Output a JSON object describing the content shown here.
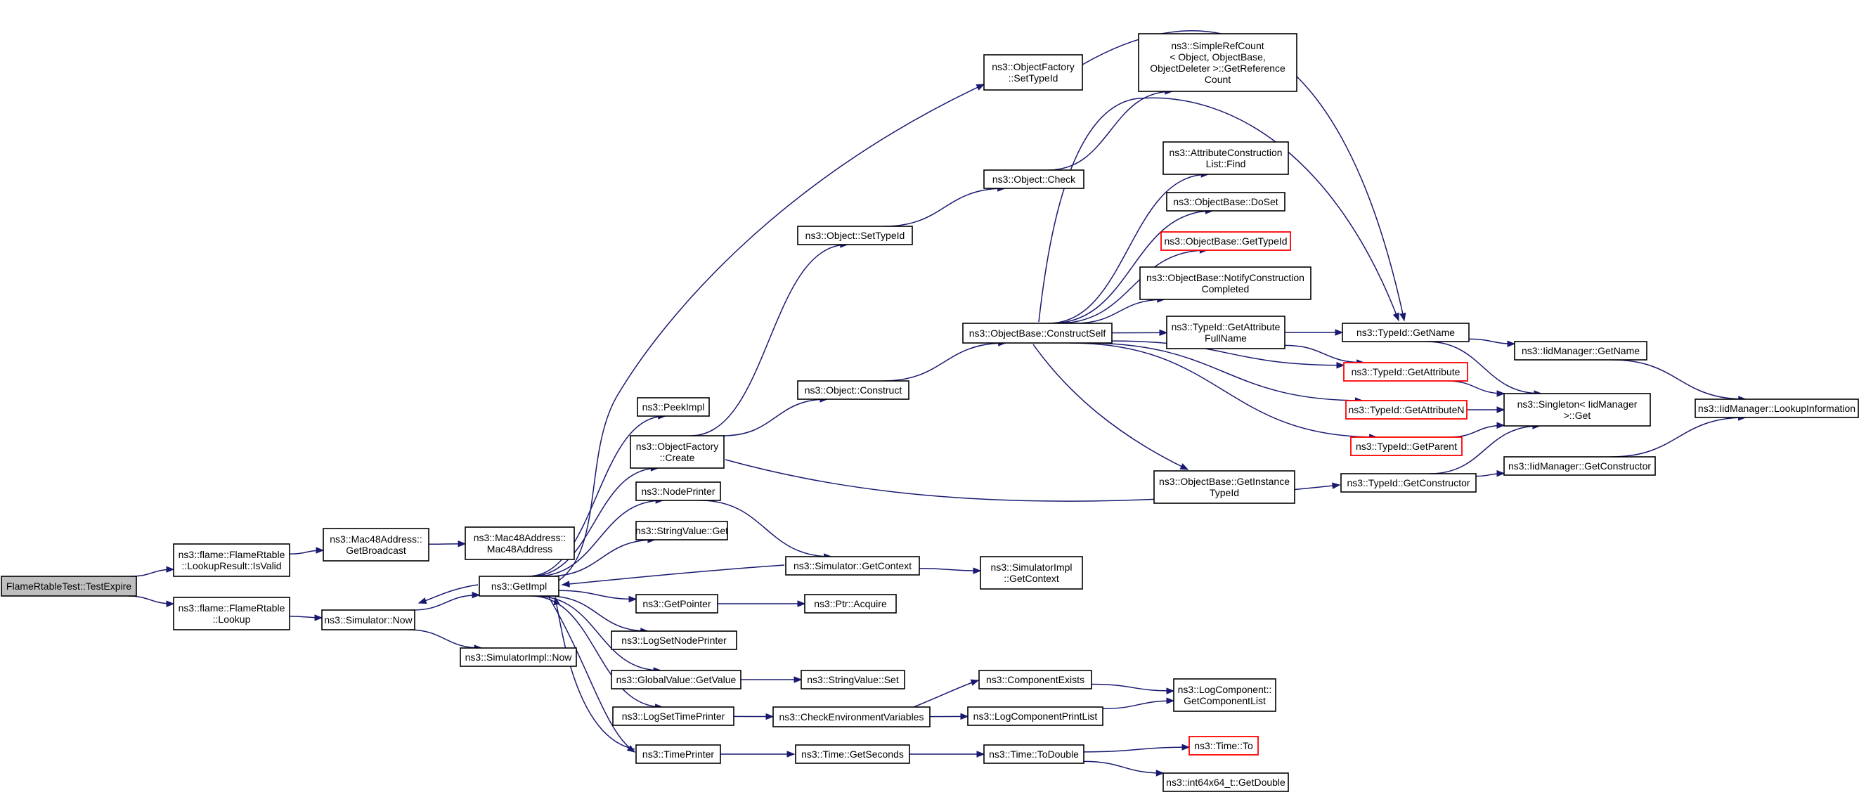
{
  "colors": {
    "edge": "#191970",
    "node_border": "#000000",
    "node_border_truncated": "#ff0000",
    "root_fill": "#bfbfbf",
    "node_fill": "#ffffff"
  },
  "nodes": [
    {
      "id": "root",
      "lines": [
        "FlameRtableTest::TestExpire"
      ],
      "style": "root"
    },
    {
      "id": "isvalid",
      "lines": [
        "ns3::flame::FlameRtable",
        "::LookupResult::IsValid"
      ],
      "style": "normal"
    },
    {
      "id": "lookup",
      "lines": [
        "ns3::flame::FlameRtable",
        "::Lookup"
      ],
      "style": "normal"
    },
    {
      "id": "getbroadcast",
      "lines": [
        "ns3::Mac48Address::",
        "GetBroadcast"
      ],
      "style": "normal"
    },
    {
      "id": "mac48ctor",
      "lines": [
        "ns3::Mac48Address::",
        "Mac48Address"
      ],
      "style": "normal"
    },
    {
      "id": "simnow",
      "lines": [
        "ns3::Simulator::Now"
      ],
      "style": "normal"
    },
    {
      "id": "simimplnow",
      "lines": [
        "ns3::SimulatorImpl::Now"
      ],
      "style": "normal"
    },
    {
      "id": "getimpl",
      "lines": [
        "ns3::GetImpl"
      ],
      "style": "normal"
    },
    {
      "id": "peekimpl",
      "lines": [
        "ns3::PeekImpl"
      ],
      "style": "normal"
    },
    {
      "id": "ofcreate",
      "lines": [
        "ns3::ObjectFactory",
        "::Create"
      ],
      "style": "normal"
    },
    {
      "id": "nodeprinter",
      "lines": [
        "ns3::NodePrinter"
      ],
      "style": "normal"
    },
    {
      "id": "stringget",
      "lines": [
        "ns3::StringValue::Get"
      ],
      "style": "normal"
    },
    {
      "id": "getpointer",
      "lines": [
        "ns3::GetPointer"
      ],
      "style": "normal"
    },
    {
      "id": "logsetnodeprinter",
      "lines": [
        "ns3::LogSetNodePrinter"
      ],
      "style": "normal"
    },
    {
      "id": "globalget",
      "lines": [
        "ns3::GlobalValue::GetValue"
      ],
      "style": "normal"
    },
    {
      "id": "logsettimeprinter",
      "lines": [
        "ns3::LogSetTimePrinter"
      ],
      "style": "normal"
    },
    {
      "id": "timeprinter",
      "lines": [
        "ns3::TimePrinter"
      ],
      "style": "normal"
    },
    {
      "id": "ofsettypeid",
      "lines": [
        "ns3::ObjectFactory",
        "::SetTypeId"
      ],
      "style": "normal"
    },
    {
      "id": "objsettypeid",
      "lines": [
        "ns3::Object::SetTypeId"
      ],
      "style": "normal"
    },
    {
      "id": "objconstruct",
      "lines": [
        "ns3::Object::Construct"
      ],
      "style": "normal"
    },
    {
      "id": "simgetcontext",
      "lines": [
        "ns3::Simulator::GetContext"
      ],
      "style": "normal"
    },
    {
      "id": "ptracquire",
      "lines": [
        "ns3::Ptr::Acquire"
      ],
      "style": "normal"
    },
    {
      "id": "stringset",
      "lines": [
        "ns3::StringValue::Set"
      ],
      "style": "normal"
    },
    {
      "id": "checkenv",
      "lines": [
        "ns3::CheckEnvironmentVariables"
      ],
      "style": "normal"
    },
    {
      "id": "timegetseconds",
      "lines": [
        "ns3::Time::GetSeconds"
      ],
      "style": "normal"
    },
    {
      "id": "objcheck",
      "lines": [
        "ns3::Object::Check"
      ],
      "style": "normal"
    },
    {
      "id": "simpleref",
      "lines": [
        "ns3::SimpleRefCount",
        "< Object, ObjectBase,",
        "ObjectDeleter >::GetReference",
        "Count"
      ],
      "style": "normal"
    },
    {
      "id": "constructself",
      "lines": [
        "ns3::ObjectBase::ConstructSelf"
      ],
      "style": "normal"
    },
    {
      "id": "simimplgetcontext",
      "lines": [
        "ns3::SimulatorImpl",
        "::GetContext"
      ],
      "style": "normal"
    },
    {
      "id": "componentexists",
      "lines": [
        "ns3::ComponentExists"
      ],
      "style": "normal"
    },
    {
      "id": "logcompprintlist",
      "lines": [
        "ns3::LogComponentPrintList"
      ],
      "style": "normal"
    },
    {
      "id": "timetodouble",
      "lines": [
        "ns3::Time::ToDouble"
      ],
      "style": "normal"
    },
    {
      "id": "attrfind",
      "lines": [
        "ns3::AttributeConstruction",
        "List::Find"
      ],
      "style": "normal"
    },
    {
      "id": "dosset",
      "lines": [
        "ns3::ObjectBase::DoSet"
      ],
      "style": "normal"
    },
    {
      "id": "obgettypeid",
      "lines": [
        "ns3::ObjectBase::GetTypeId"
      ],
      "style": "red"
    },
    {
      "id": "notifycc",
      "lines": [
        "ns3::ObjectBase::NotifyConstruction",
        "Completed"
      ],
      "style": "normal"
    },
    {
      "id": "getattrfullname",
      "lines": [
        "ns3::TypeId::GetAttribute",
        "FullName"
      ],
      "style": "normal"
    },
    {
      "id": "getinstancetypeid",
      "lines": [
        "ns3::ObjectBase::GetInstance",
        "TypeId"
      ],
      "style": "normal"
    },
    {
      "id": "getcomplist",
      "lines": [
        "ns3::LogComponent::",
        "GetComponentList"
      ],
      "style": "normal"
    },
    {
      "id": "timeto",
      "lines": [
        "ns3::Time::To"
      ],
      "style": "red"
    },
    {
      "id": "int64getdouble",
      "lines": [
        "ns3::int64x64_t::GetDouble"
      ],
      "style": "normal"
    },
    {
      "id": "typeidgetname",
      "lines": [
        "ns3::TypeId::GetName"
      ],
      "style": "normal"
    },
    {
      "id": "typeidgetattr",
      "lines": [
        "ns3::TypeId::GetAttribute"
      ],
      "style": "red"
    },
    {
      "id": "typeidgetattrn",
      "lines": [
        "ns3::TypeId::GetAttributeN"
      ],
      "style": "red"
    },
    {
      "id": "typeidgetparent",
      "lines": [
        "ns3::TypeId::GetParent"
      ],
      "style": "red"
    },
    {
      "id": "typeidgetctor",
      "lines": [
        "ns3::TypeId::GetConstructor"
      ],
      "style": "normal"
    },
    {
      "id": "iidgetname",
      "lines": [
        "ns3::IidManager::GetName"
      ],
      "style": "normal"
    },
    {
      "id": "singletonget",
      "lines": [
        "ns3::Singleton< IidManager",
        ">::Get"
      ],
      "style": "normal"
    },
    {
      "id": "iidgetctor",
      "lines": [
        "ns3::IidManager::GetConstructor"
      ],
      "style": "normal"
    },
    {
      "id": "iidlookupinfo",
      "lines": [
        "ns3::IidManager::LookupInformation"
      ],
      "style": "normal"
    }
  ],
  "edges": [
    [
      "root",
      "isvalid"
    ],
    [
      "root",
      "lookup"
    ],
    [
      "isvalid",
      "getbroadcast"
    ],
    [
      "getbroadcast",
      "mac48ctor"
    ],
    [
      "lookup",
      "simnow"
    ],
    [
      "simnow",
      "getimpl"
    ],
    [
      "simnow",
      "simimplnow"
    ],
    [
      "getimpl",
      "simnow"
    ],
    [
      "getimpl",
      "peekimpl"
    ],
    [
      "getimpl",
      "ofcreate"
    ],
    [
      "getimpl",
      "nodeprinter"
    ],
    [
      "getimpl",
      "stringget"
    ],
    [
      "getimpl",
      "getpointer"
    ],
    [
      "getimpl",
      "logsetnodeprinter"
    ],
    [
      "getimpl",
      "globalget"
    ],
    [
      "getimpl",
      "logsettimeprinter"
    ],
    [
      "getimpl",
      "timeprinter"
    ],
    [
      "getimpl",
      "ofsettypeid"
    ],
    [
      "ofcreate",
      "objsettypeid"
    ],
    [
      "ofcreate",
      "objconstruct"
    ],
    [
      "ofcreate",
      "typeidgetctor"
    ],
    [
      "nodeprinter",
      "simgetcontext"
    ],
    [
      "simgetcontext",
      "getimpl"
    ],
    [
      "simgetcontext",
      "simimplgetcontext"
    ],
    [
      "getpointer",
      "ptracquire"
    ],
    [
      "globalget",
      "stringset"
    ],
    [
      "logsettimeprinter",
      "checkenv"
    ],
    [
      "timeprinter",
      "timegetseconds"
    ],
    [
      "timeprinter",
      "getimpl"
    ],
    [
      "ofsettypeid",
      "typeidgetname"
    ],
    [
      "objsettypeid",
      "objcheck"
    ],
    [
      "objcheck",
      "simpleref"
    ],
    [
      "objconstruct",
      "constructself"
    ],
    [
      "constructself",
      "attrfind"
    ],
    [
      "constructself",
      "dosset"
    ],
    [
      "constructself",
      "obgettypeid"
    ],
    [
      "constructself",
      "notifycc"
    ],
    [
      "constructself",
      "getattrfullname"
    ],
    [
      "constructself",
      "typeidgetattr"
    ],
    [
      "constructself",
      "typeidgetattrn"
    ],
    [
      "constructself",
      "typeidgetparent"
    ],
    [
      "constructself",
      "getinstancetypeid"
    ],
    [
      "constructself",
      "typeidgetname"
    ],
    [
      "checkenv",
      "componentexists"
    ],
    [
      "checkenv",
      "logcompprintlist"
    ],
    [
      "componentexists",
      "getcomplist"
    ],
    [
      "logcompprintlist",
      "getcomplist"
    ],
    [
      "timegetseconds",
      "timetodouble"
    ],
    [
      "timetodouble",
      "timeto"
    ],
    [
      "timetodouble",
      "int64getdouble"
    ],
    [
      "getattrfullname",
      "typeidgetname"
    ],
    [
      "getattrfullname",
      "typeidgetattr"
    ],
    [
      "typeidgetname",
      "iidgetname"
    ],
    [
      "typeidgetname",
      "singletonget"
    ],
    [
      "typeidgetattr",
      "singletonget"
    ],
    [
      "typeidgetattrn",
      "singletonget"
    ],
    [
      "typeidgetparent",
      "singletonget"
    ],
    [
      "typeidgetctor",
      "singletonget"
    ],
    [
      "typeidgetctor",
      "iidgetctor"
    ],
    [
      "iidgetname",
      "iidlookupinfo"
    ],
    [
      "iidgetctor",
      "iidlookupinfo"
    ]
  ]
}
